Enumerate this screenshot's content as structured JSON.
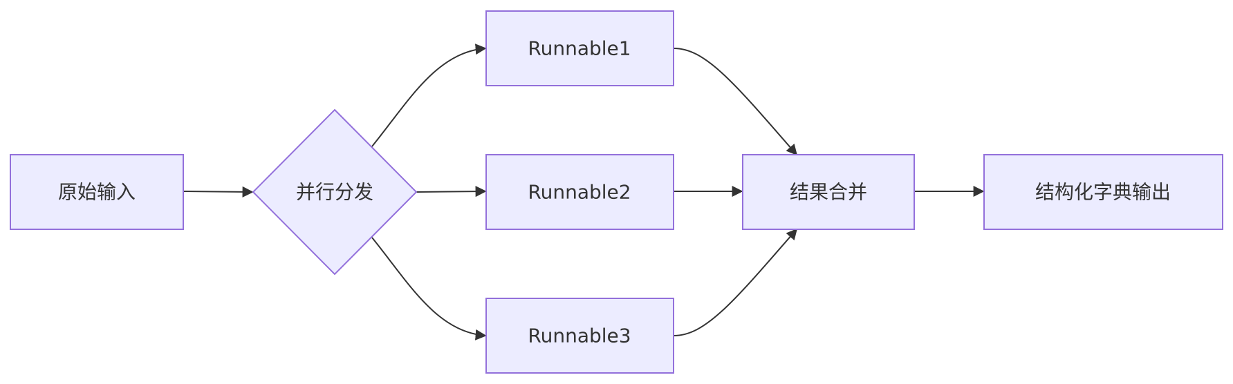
{
  "diagram": {
    "type": "flowchart",
    "direction": "LR",
    "nodes": {
      "input": {
        "label": "原始输入",
        "shape": "rect"
      },
      "dispatch": {
        "label": "并行分发",
        "shape": "diamond"
      },
      "runnable1": {
        "label": "Runnable1",
        "shape": "rect"
      },
      "runnable2": {
        "label": "Runnable2",
        "shape": "rect"
      },
      "runnable3": {
        "label": "Runnable3",
        "shape": "rect"
      },
      "merge": {
        "label": "结果合并",
        "shape": "rect"
      },
      "output": {
        "label": "结构化字典输出",
        "shape": "rect"
      }
    },
    "edges": [
      {
        "from": "input",
        "to": "dispatch"
      },
      {
        "from": "dispatch",
        "to": "runnable1"
      },
      {
        "from": "dispatch",
        "to": "runnable2"
      },
      {
        "from": "dispatch",
        "to": "runnable3"
      },
      {
        "from": "runnable1",
        "to": "merge"
      },
      {
        "from": "runnable2",
        "to": "merge"
      },
      {
        "from": "runnable3",
        "to": "merge"
      },
      {
        "from": "merge",
        "to": "output"
      }
    ],
    "colors": {
      "node_fill": "#ECECFF",
      "node_stroke": "#9370DB",
      "edge": "#333333",
      "text": "#333333"
    }
  }
}
